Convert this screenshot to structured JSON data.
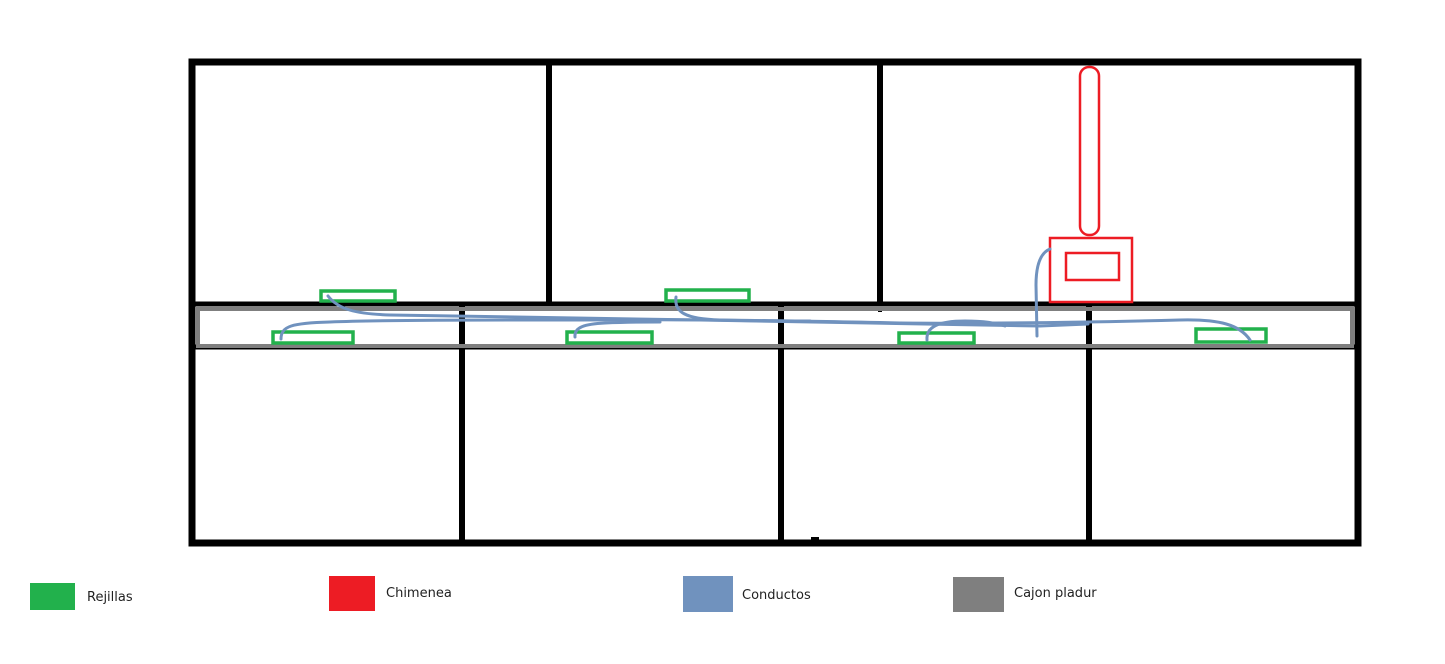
{
  "colors": {
    "walls": "#000000",
    "rejillas": "#22b14c",
    "chimenea": "#ed1c24",
    "conductos": "#7092be",
    "cajon_pladur": "#7f7f7f"
  },
  "legend": {
    "rejillas": {
      "label": "Rejillas",
      "color": "#22b14c"
    },
    "chimenea": {
      "label": "Chimenea",
      "color": "#ed1c24"
    },
    "conductos": {
      "label": "Conductos",
      "color": "#7092be"
    },
    "cajon_pladur": {
      "label": "Cajon pladur",
      "color": "#7f7f7f"
    }
  }
}
